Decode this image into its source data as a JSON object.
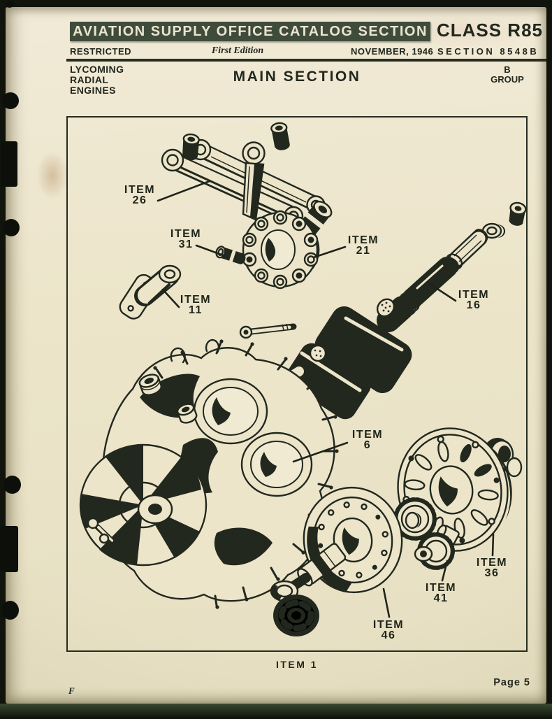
{
  "header": {
    "banner_title": "AVIATION SUPPLY OFFICE CATALOG SECTION",
    "class_label": "CLASS R85",
    "restricted": "RESTRICTED",
    "edition": "First Edition",
    "date": "NOVEMBER, 1946",
    "section": "SECTION 8548B"
  },
  "subheader": {
    "org_lines": [
      "LYCOMING",
      "RADIAL",
      "ENGINES"
    ],
    "title": "MAIN SECTION",
    "group": [
      "B",
      "GROUP"
    ]
  },
  "figure": {
    "caption": "ITEM 1",
    "labels": [
      {
        "word": "ITEM",
        "number": "26"
      },
      {
        "word": "ITEM",
        "number": "31"
      },
      {
        "word": "ITEM",
        "number": "21"
      },
      {
        "word": "ITEM",
        "number": "11"
      },
      {
        "word": "ITEM",
        "number": "16"
      },
      {
        "word": "ITEM",
        "number": "6"
      },
      {
        "word": "ITEM",
        "number": "36"
      },
      {
        "word": "ITEM",
        "number": "41"
      },
      {
        "word": "ITEM",
        "number": "46"
      }
    ]
  },
  "footer": {
    "printers_mark": "F",
    "page_number": "Page 5"
  },
  "colors": {
    "paper": "#ece5ca",
    "ink": "#22281e",
    "banner_background": "#404c3b",
    "banner_text": "#eae5d0",
    "surround": "#10140c"
  }
}
